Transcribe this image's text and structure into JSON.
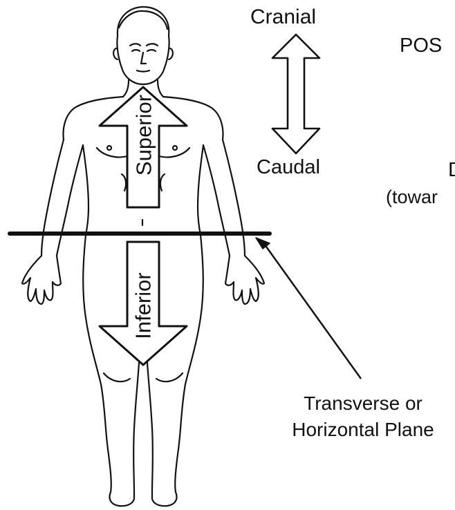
{
  "labels": {
    "cranial": "Cranial",
    "caudal": "Caudal",
    "pos_partial": "POS",
    "d_partial": "D",
    "toward_partial": "(towar",
    "superior": "Superior",
    "inferior": "Inferior",
    "plane_line1": "Transverse or",
    "plane_line2": "Horizontal Plane"
  },
  "colors": {
    "ink": "#111111",
    "background": "#ffffff"
  }
}
